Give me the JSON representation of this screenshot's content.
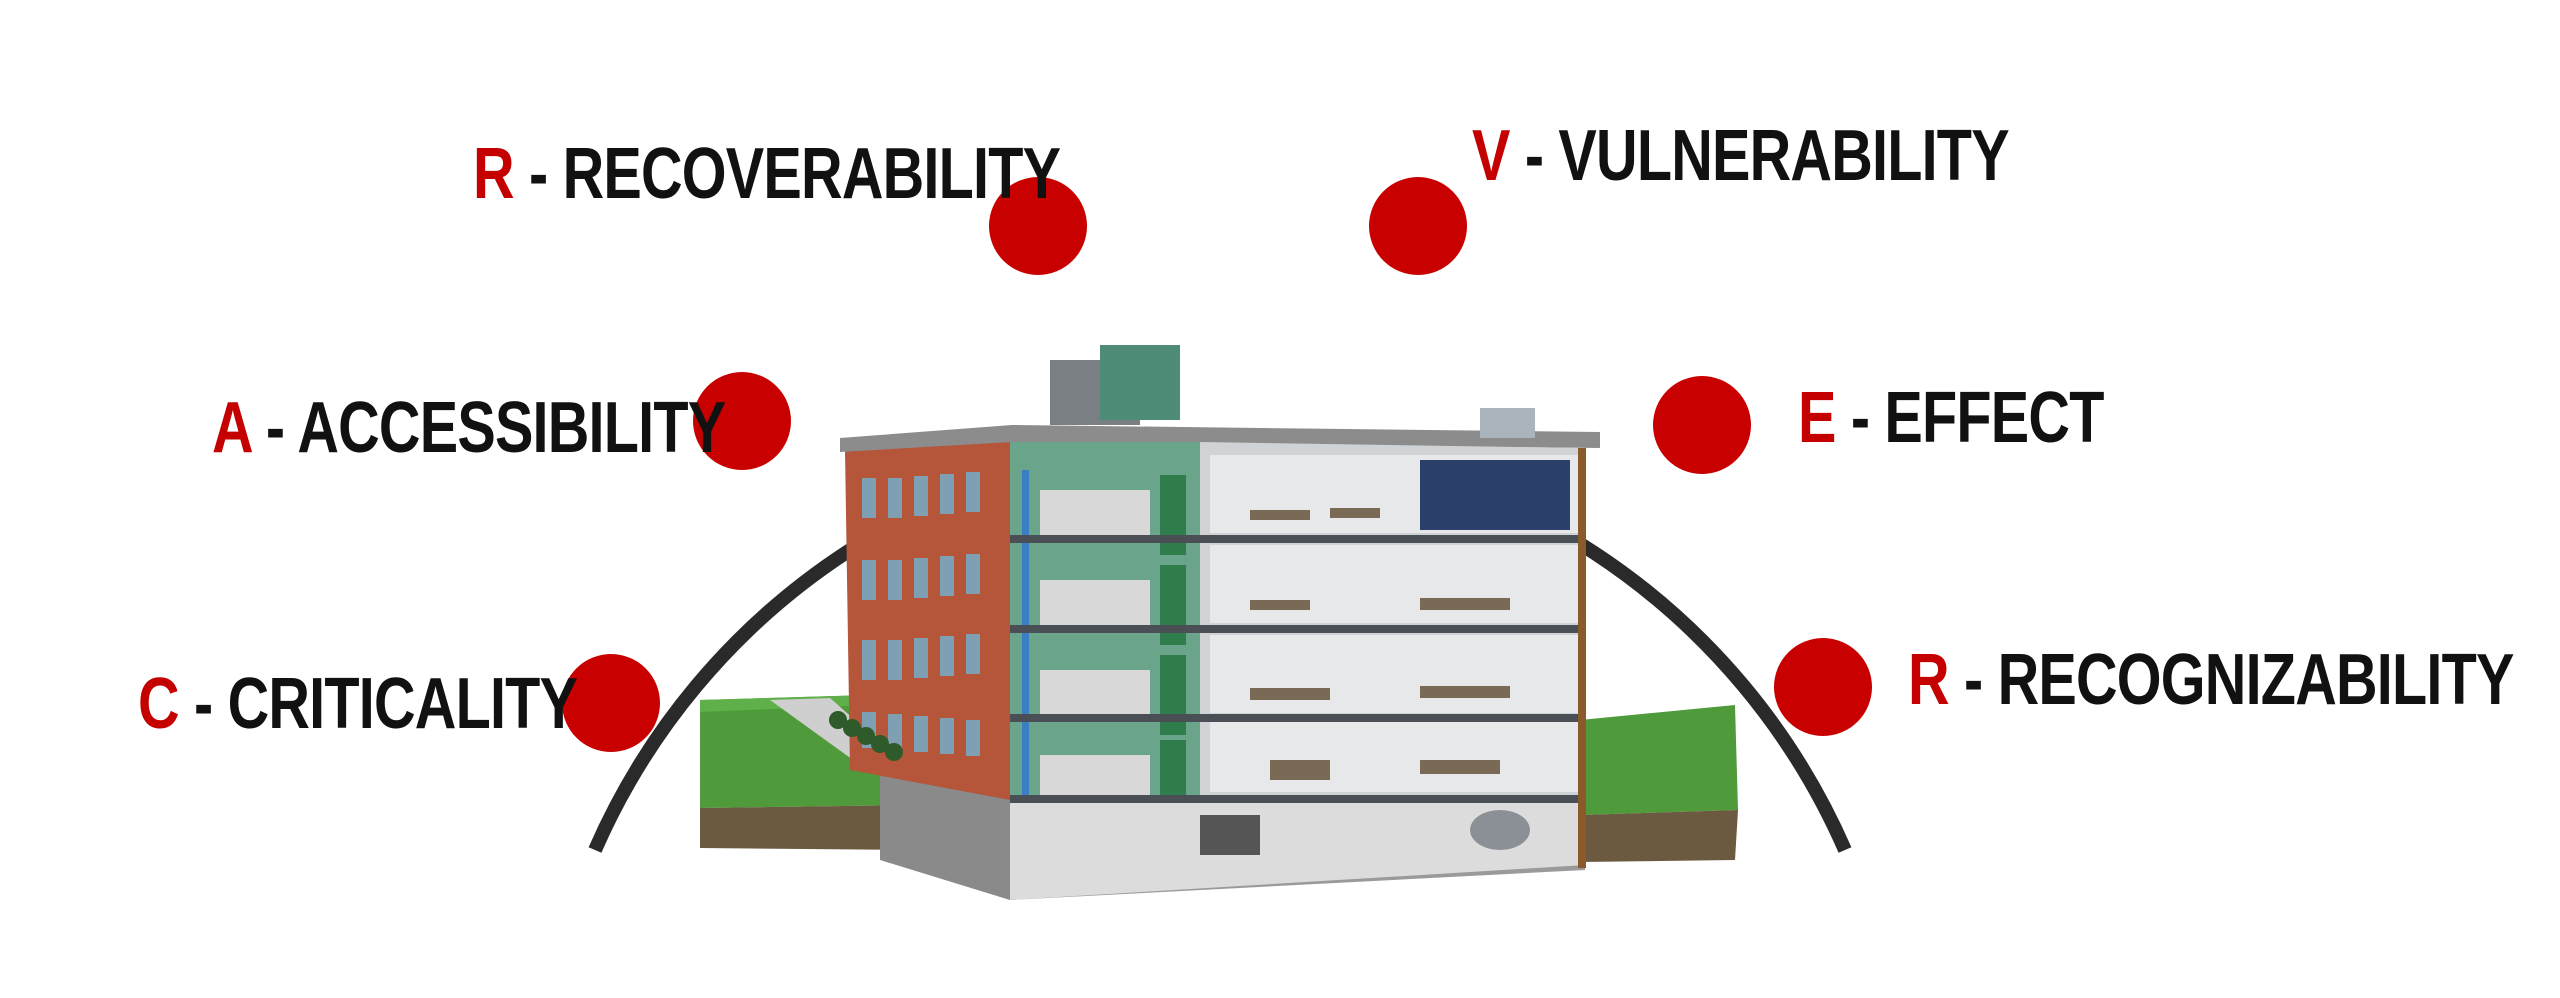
{
  "title": "",
  "colors": {
    "accent": "#c40000",
    "arc": "#2a2a2a",
    "text": "#111111"
  },
  "items": [
    {
      "letter": "C",
      "separator": " - ",
      "word": "CRITICALITY"
    },
    {
      "letter": "A",
      "separator": " - ",
      "word": "ACCESSIBILITY"
    },
    {
      "letter": "R",
      "separator": " - ",
      "word": "RECOVERABILITY"
    },
    {
      "letter": "V",
      "separator": " - ",
      "word": "VULNERABILITY"
    },
    {
      "letter": "E",
      "separator": " - ",
      "word": "EFFECT"
    },
    {
      "letter": "R",
      "separator": " - ",
      "word": "RECOGNIZABILITY"
    }
  ],
  "illustration": "building-cutaway"
}
